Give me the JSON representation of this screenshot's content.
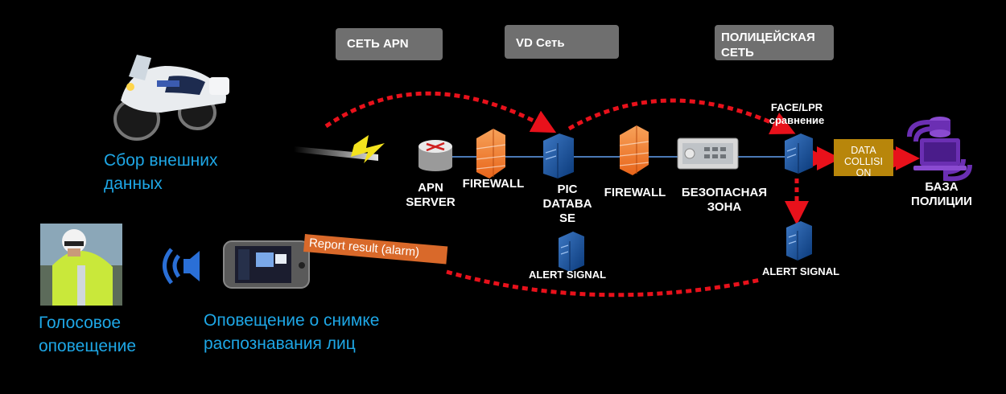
{
  "zones": {
    "apn": "СЕТЬ APN",
    "vd": "VD Сеть",
    "police": [
      "ПОЛИЦЕЙСКАЯ",
      "СЕТЬ"
    ]
  },
  "labels": {
    "collection": [
      "Сбор внешних",
      "данных"
    ],
    "apn_server": [
      "APN",
      "SERVER"
    ],
    "firewall_1": "FIREWALL",
    "pic_database": [
      "PIC",
      "DATABA",
      "SE"
    ],
    "firewall_2": "FIREWALL",
    "safe_zone": [
      "БЕЗОПАСНАЯ",
      "ЗОНА"
    ],
    "face_lpr": [
      "FACE/LPR",
      "сравнение"
    ],
    "data_collision": [
      "DATA",
      "COLLISI",
      "ON"
    ],
    "police_db": [
      "БАЗА",
      "ПОЛИЦИИ"
    ],
    "alert_1": "ALERT SIGNAL",
    "alert_2": "ALERT SIGNAL",
    "report": "Report result (alarm)",
    "voice": [
      "Голосовое",
      "оповещение"
    ],
    "face_notice": [
      "Оповещение о снимке",
      "распознавания лиц"
    ]
  },
  "icons": [
    "motorcycle-image",
    "police-officer-photo",
    "lightning-icon",
    "router-icon",
    "firewall-icon",
    "server-icon",
    "gateway-appliance-icon",
    "database-monitor-icon",
    "speaker-icon",
    "handheld-terminal-image"
  ],
  "colors": {
    "background": "#000000",
    "zone_tag": "#6f6f6f",
    "accent_blue": "#1ea7e6",
    "dashed_red": "#e8111b",
    "report_orange": "#d9692a",
    "collision_gold": "#b8860b",
    "police_purple": "#6b2fb3"
  }
}
